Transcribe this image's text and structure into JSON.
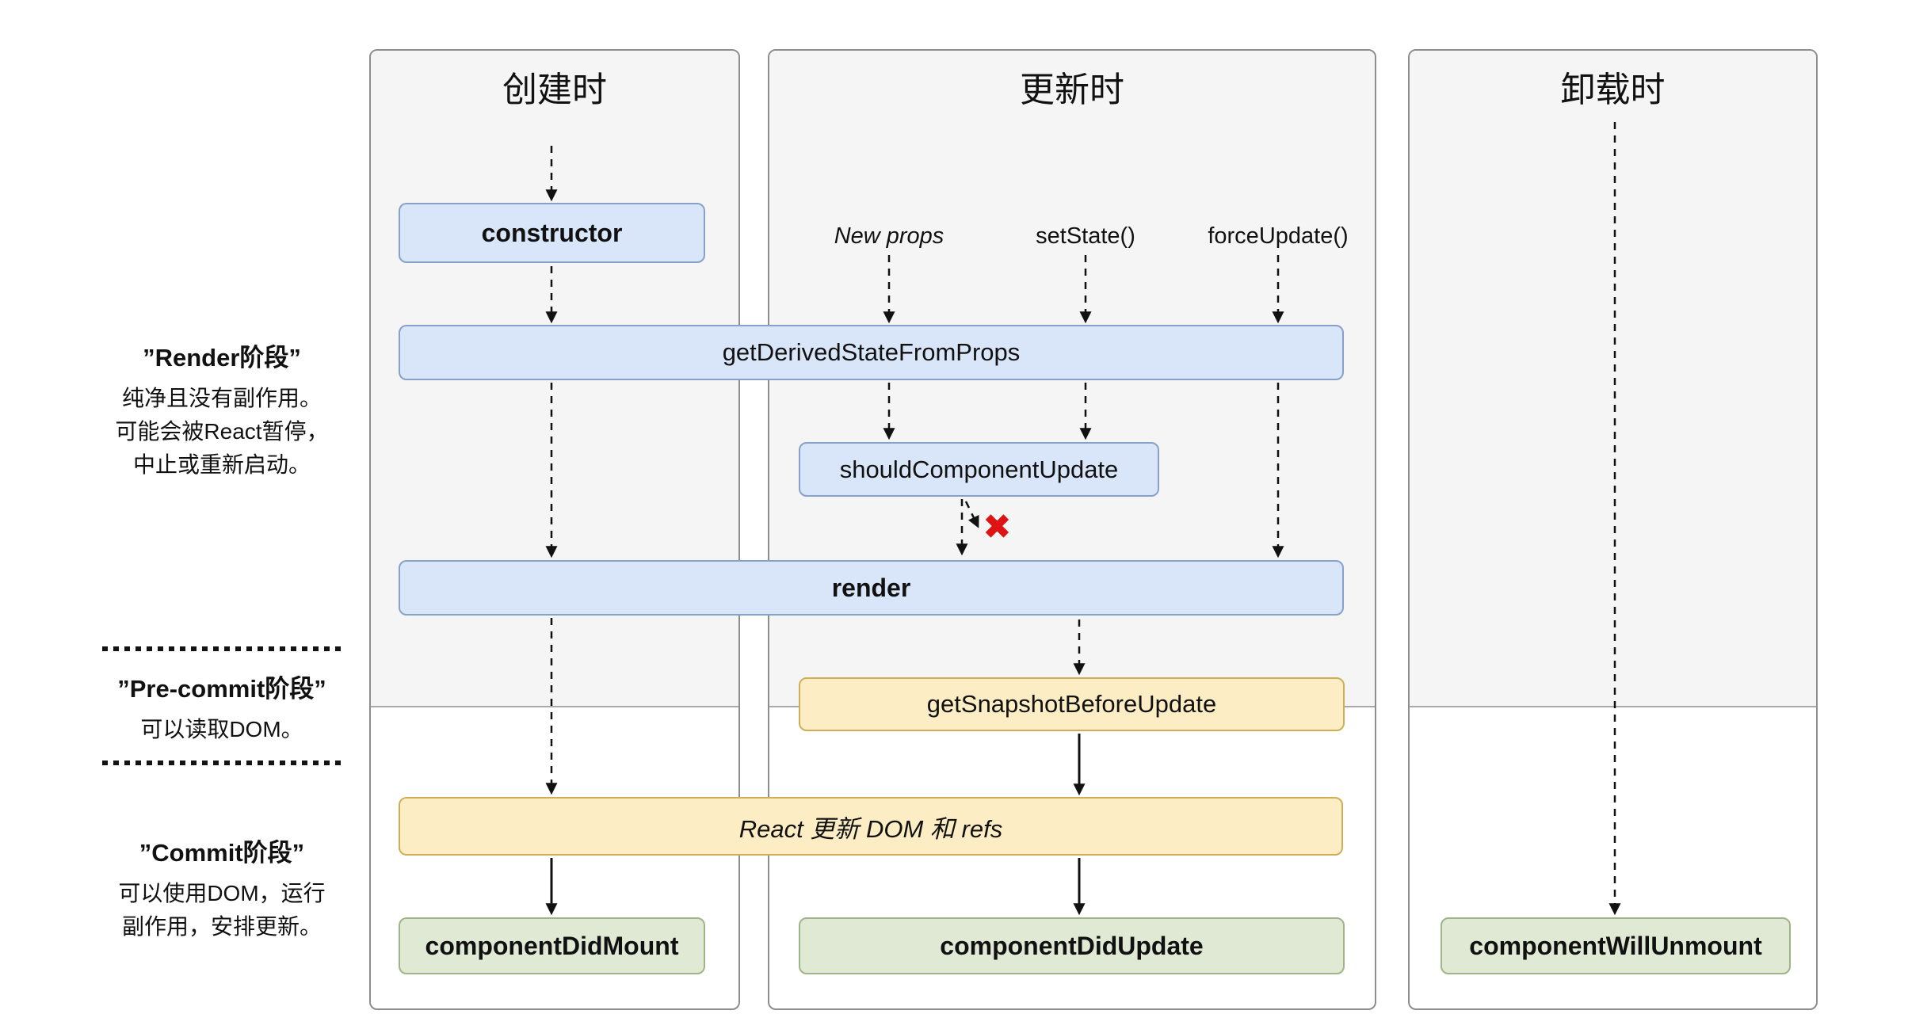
{
  "left_rail": {
    "render_phase": {
      "heading": "”Render阶段”",
      "lines": [
        "纯净且没有副作用。",
        "可能会被React暂停，",
        "中止或重新启动。"
      ]
    },
    "pre_commit_phase": {
      "heading": "”Pre-commit阶段”",
      "lines": [
        "可以读取DOM。"
      ]
    },
    "commit_phase": {
      "heading": "”Commit阶段”",
      "lines": [
        "可以使用DOM，运行",
        "副作用，安排更新。"
      ]
    }
  },
  "columns": {
    "mounting": {
      "title": "创建时"
    },
    "updating": {
      "title": "更新时"
    },
    "unmounting": {
      "title": "卸载时"
    }
  },
  "triggers": {
    "new_props": "New props",
    "set_state": "setState()",
    "force_update": "forceUpdate()"
  },
  "boxes": {
    "constructor": "constructor",
    "get_derived_state_from_props": "getDerivedStateFromProps",
    "should_component_update": "shouldComponentUpdate",
    "render": "render",
    "get_snapshot_before_update": "getSnapshotBeforeUpdate",
    "react_updates_dom": "React 更新 DOM 和 refs",
    "component_did_mount": "componentDidMount",
    "component_did_update": "componentDidUpdate",
    "component_will_unmount": "componentWillUnmount"
  },
  "marks": {
    "cancel_x": "✖"
  },
  "colors": {
    "box_blue_fill": "#d9e6f9",
    "box_blue_border": "#87a1c9",
    "box_yellow_fill": "#fcedc4",
    "box_yellow_border": "#cfae58",
    "box_green_fill": "#dfe9d4",
    "box_green_border": "#a1b489",
    "panel_top_fill": "#f5f5f6",
    "panel_border": "#8d8d8d",
    "cancel_red": "#de1414",
    "arrow_color": "#111111"
  }
}
